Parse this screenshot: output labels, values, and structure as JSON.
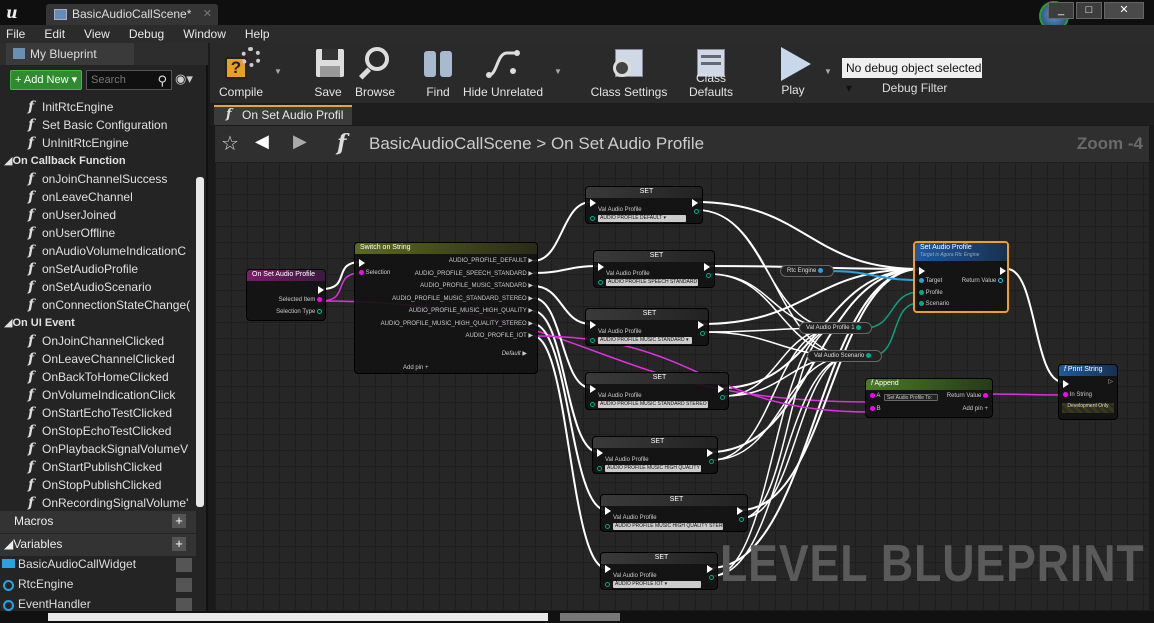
{
  "window": {
    "tab_title": "BasicAudioCallScene*",
    "min": "_",
    "max": "□",
    "close": "✕"
  },
  "menu": [
    "File",
    "Edit",
    "View",
    "Debug",
    "Window",
    "Help"
  ],
  "left_panel": {
    "title": "My Blueprint",
    "add_new": "+ Add New ▾",
    "search_placeholder": "Search",
    "items": [
      {
        "type": "fn",
        "label": "InitRtcEngine"
      },
      {
        "type": "fn",
        "label": "Set Basic Configuration"
      },
      {
        "type": "fn",
        "label": "UnInitRtcEngine"
      },
      {
        "type": "cat",
        "label": "On Callback Function"
      },
      {
        "type": "fn",
        "label": "onJoinChannelSuccess"
      },
      {
        "type": "fn",
        "label": "onLeaveChannel"
      },
      {
        "type": "fn",
        "label": "onUserJoined"
      },
      {
        "type": "fn",
        "label": "onUserOffline"
      },
      {
        "type": "fn",
        "label": "onAudioVolumeIndicationC"
      },
      {
        "type": "fn",
        "label": "onSetAudioProfile"
      },
      {
        "type": "fn",
        "label": "onSetAudioScenario"
      },
      {
        "type": "fn",
        "label": "onConnectionStateChange("
      },
      {
        "type": "cat",
        "label": "On UI Event"
      },
      {
        "type": "fn",
        "label": "OnJoinChannelClicked"
      },
      {
        "type": "fn",
        "label": "OnLeaveChannelClicked"
      },
      {
        "type": "fn",
        "label": "OnBackToHomeClicked"
      },
      {
        "type": "fn",
        "label": "OnVolumeIndicationClick"
      },
      {
        "type": "fn",
        "label": "OnStartEchoTestClicked"
      },
      {
        "type": "fn",
        "label": "OnStopEchoTestClicked"
      },
      {
        "type": "fn",
        "label": "OnPlaybackSignalVolumeV"
      },
      {
        "type": "fn",
        "label": "OnStartPublishClicked"
      },
      {
        "type": "fn",
        "label": "OnStopPublishClicked"
      },
      {
        "type": "fn",
        "label": "OnRecordingSignalVolume'"
      }
    ],
    "macros": "Macros",
    "variables": "Variables",
    "vars": [
      "BasicAudioCallWidget",
      "RtcEngine",
      "EventHandler"
    ]
  },
  "toolbar": {
    "compile": "Compile",
    "save": "Save",
    "browse": "Browse",
    "find": "Find",
    "hide_unrelated": "Hide Unrelated",
    "class_settings": "Class Settings",
    "class_defaults": "Class Defaults",
    "play": "Play",
    "debug_object": "No debug object selected ▾",
    "debug_filter": "Debug Filter"
  },
  "graph_tab": "On Set Audio Profil",
  "breadcrumb": {
    "scene": "BasicAudioCallScene",
    "sep": ">",
    "function": "On Set Audio Profile",
    "zoom": "Zoom -4"
  },
  "watermark": "LEVEL BLUEPRINT",
  "nodes": {
    "entry": {
      "title": "On Set Audio Profile",
      "pin1": "Selected Item",
      "pin2": "Selection Type"
    },
    "switch": {
      "title": "Switch on String",
      "selection": "Selection",
      "outs": [
        "AUDIO_PROFILE_DEFAULT",
        "AUDIO_PROFILE_SPEECH_STANDARD",
        "AUDIO_PROFILE_MUSIC_STANDARD",
        "AUDIO_PROFILE_MUSIC_STANDARD_STEREO",
        "AUDIO_PROFILE_MUSIC_HIGH_QUALITY",
        "AUDIO_PROFILE_MUSIC_HIGH_QUALITY_STEREO",
        "AUDIO_PROFILE_IOT"
      ],
      "default": "Default",
      "add_pin": "Add pin +"
    },
    "set_title": "SET",
    "set_pin": "Val Audio Profile",
    "set_values": [
      "AUDIO PROFILE DEFAULT",
      "AUDIO PROFILE SPEECH STANDARD",
      "AUDIO PROFILE MUSIC STANDARD",
      "AUDIO PROFILE MUSIC STANDARD STEREO",
      "AUDIO PROFILE MUSIC HIGH QUALITY",
      "AUDIO PROFILE MUSIC HIGH QUALITY STEREO",
      "AUDIO PROFILE IOT"
    ],
    "rtc_engine": "Rtc Engine",
    "val_profile": "Val Audio Profile 1",
    "val_scenario": "Val Audio Scenario",
    "set_audio": {
      "title": "Set Audio Profile",
      "subtitle": "Target is Agora Rtc Engine",
      "target": "Target",
      "profile": "Profile",
      "scenario": "Scenario",
      "ret": "Return Value"
    },
    "append": {
      "title": "Append",
      "a": "A",
      "a_val": "Set Audio Profile To:",
      "b": "B",
      "ret": "Return Value",
      "add_pin": "Add pin +"
    },
    "print": {
      "title": "Print String",
      "in": "In String",
      "dev": "Development Only"
    }
  }
}
